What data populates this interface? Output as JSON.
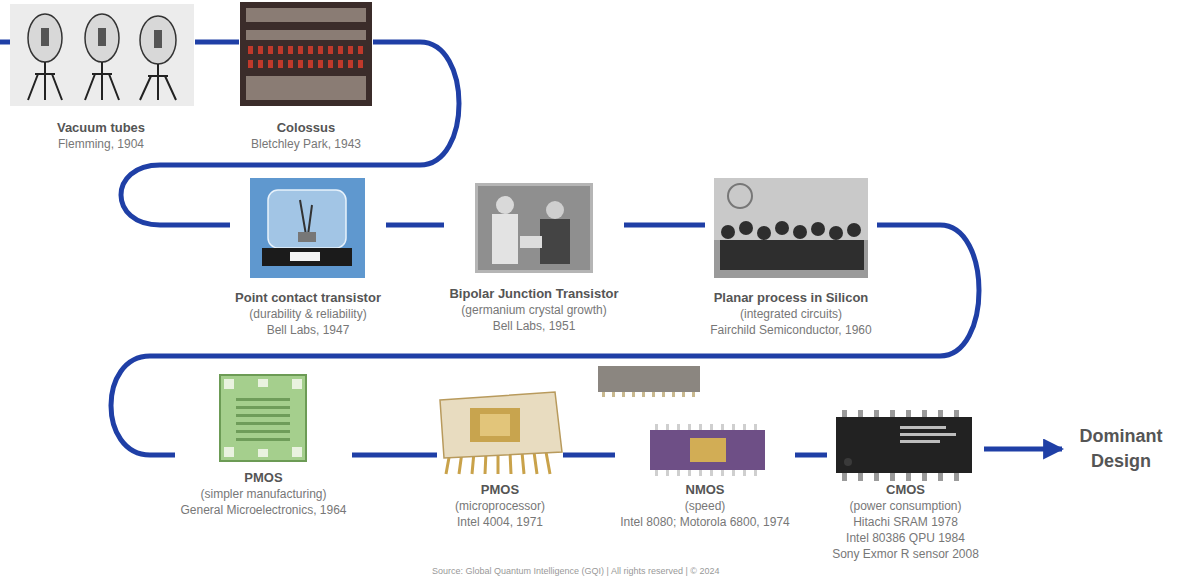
{
  "diagram": {
    "nodes": [
      {
        "text": [
          "Vacuum tubes",
          "Flemming, 1904"
        ]
      },
      {
        "text": [
          "Colossus",
          "Bletchley Park, 1943"
        ]
      },
      {
        "text": [
          "Point contact transistor",
          "(durability & reliability)",
          "Bell Labs, 1947"
        ]
      },
      {
        "text": [
          "Bipolar Junction Transistor",
          "(germanium crystal growth)",
          "Bell Labs, 1951"
        ]
      },
      {
        "text": [
          "Planar process in Silicon",
          "(integrated circuits)",
          "Fairchild Semiconductor, 1960"
        ]
      },
      {
        "text": [
          "PMOS",
          "(simpler manufacturing)",
          "General Microelectronics, 1964"
        ]
      },
      {
        "text": [
          "PMOS",
          "(microprocessor)",
          "Intel 4004, 1971"
        ]
      },
      {
        "text": [
          "NMOS",
          "(speed)",
          "Intel 8080; Motorola 6800, 1974"
        ]
      },
      {
        "text": [
          "CMOS",
          "(power consumption)",
          "Hitachi SRAM 1978",
          "Intel 80386 QPU 1984",
          "Sony Exmor R sensor 2008"
        ]
      },
      {
        "text": [
          "Dominant Design"
        ]
      }
    ],
    "edges": [
      {
        "from": 0,
        "to": 1,
        "arrow": "none"
      },
      {
        "from": 1,
        "to": 2,
        "arrow": "none"
      },
      {
        "from": 2,
        "to": 3,
        "arrow": "none"
      },
      {
        "from": 3,
        "to": 4,
        "arrow": "none"
      },
      {
        "from": 4,
        "to": 5,
        "arrow": "none"
      },
      {
        "from": 5,
        "to": 6,
        "arrow": "none"
      },
      {
        "from": 6,
        "to": 7,
        "arrow": "none"
      },
      {
        "from": 7,
        "to": 8,
        "arrow": "none"
      },
      {
        "from": 8,
        "to": 9,
        "arrow": "to"
      }
    ],
    "labels": [
      "Source: Global Quantum Intelligence (GQI) | All rights reserved | © 2024"
    ]
  }
}
